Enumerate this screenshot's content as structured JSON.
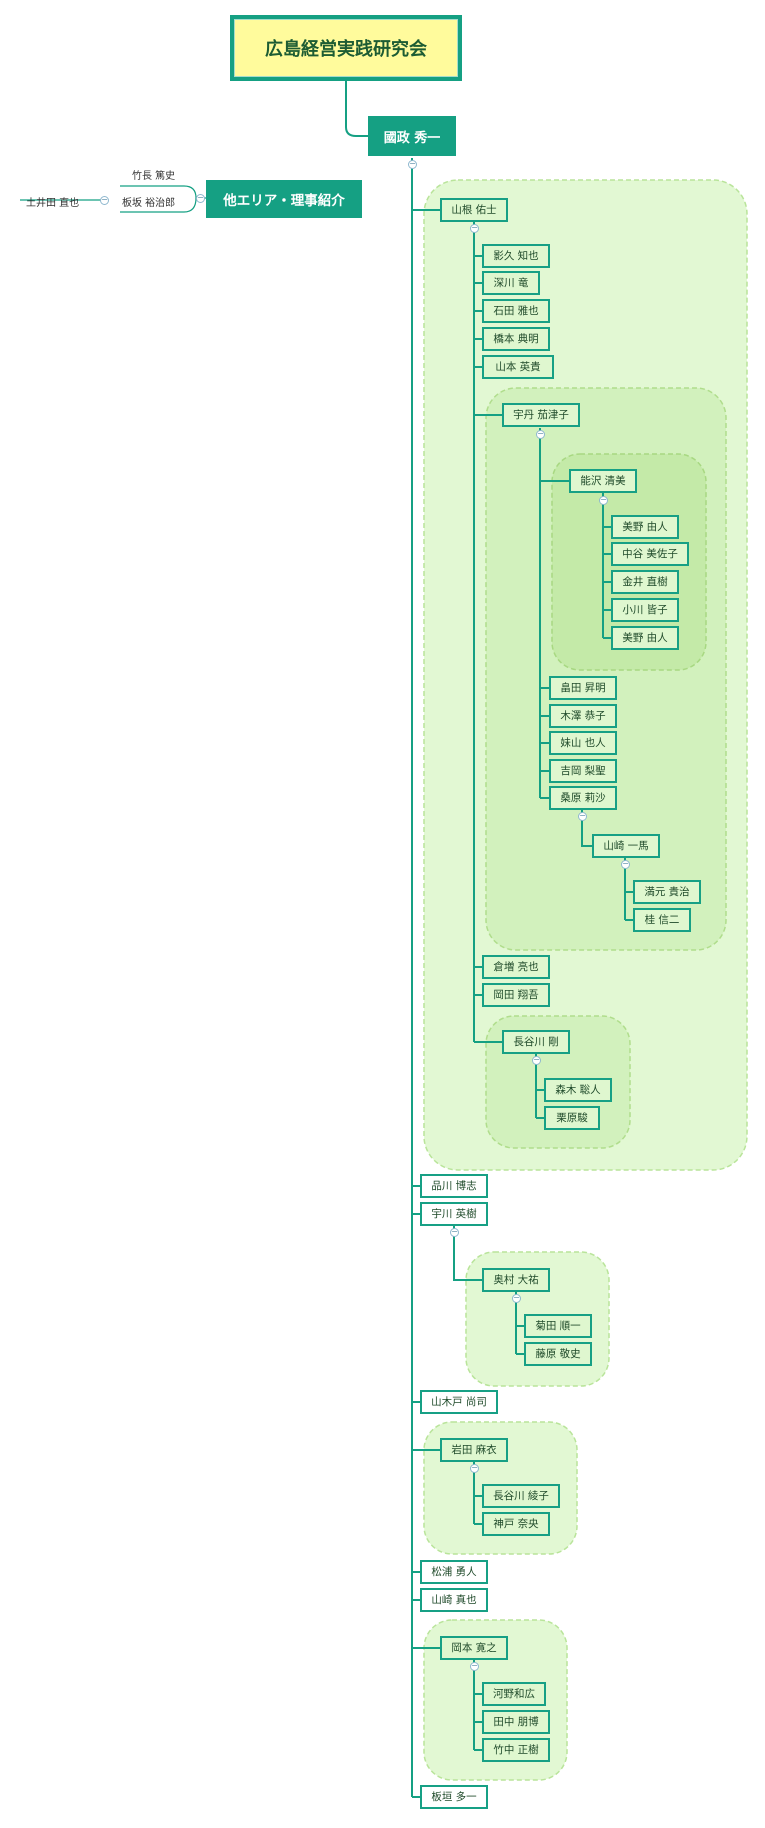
{
  "root": {
    "label": "広島経営実践研究会"
  },
  "main_node": {
    "label": "國政 秀一"
  },
  "other_area": {
    "label": "他エリア・理事紹介",
    "children": [
      "竹長 篤史",
      "板坂 裕治郎"
    ],
    "sub_child": "土井田 直也"
  },
  "nodes": {
    "yamane": "山根 佑士",
    "kagehisa": "影久 知也",
    "fukagawa": "深川 竜",
    "ishida": "石田 雅也",
    "hashimoto": "橋本 典明",
    "yamamoto_h": "山本 英貴",
    "unimaru": "宇丹 茄津子",
    "nozawa": "能沢 清美",
    "mino1": "美野 由人",
    "nakatani": "中谷 美佐子",
    "kanai": "金井 直樹",
    "ogawa": "小川 皆子",
    "mino2": "美野 由人",
    "hatada": "畠田 昇明",
    "kisawa": "木澤 恭子",
    "imoyama": "妹山 也人",
    "yoshioka": "吉岡 梨聖",
    "kuwahara": "桑原 莉沙",
    "yamasaki_k": "山崎 一馬",
    "mitsumoto": "満元 貴治",
    "katsura": "桂 信二",
    "kuramasu": "倉増 亮也",
    "okada": "岡田 翔吾",
    "hasegawa": "長谷川 剛",
    "moriki": "森木 聡人",
    "kurihara": "栗原駿",
    "shinagawa": "品川 博志",
    "ukawa": "宇川 英樹",
    "okumura": "奥村 大祐",
    "kikuta": "菊田 順一",
    "fujiwara": "藤原 敬史",
    "yamakido": "山木戸 尚司",
    "iwata": "岩田 麻衣",
    "hasegawa_a": "長谷川 綾子",
    "kanbe": "神戸 奈央",
    "matsuura": "松浦 勇人",
    "yamasaki_m": "山崎 真也",
    "okamoto": "岡本 寛之",
    "kawano": "河野和広",
    "tanaka": "田中 朋博",
    "takenaka": "竹中 正樹",
    "itagaki": "板垣 多一"
  },
  "colors": {
    "accent": "#15a083",
    "root_fill": "#fffb9c",
    "cloud_outer": "#e2f8d3",
    "cloud_mid": "#d2f1bd",
    "cloud_inner": "#c4eaa8"
  }
}
